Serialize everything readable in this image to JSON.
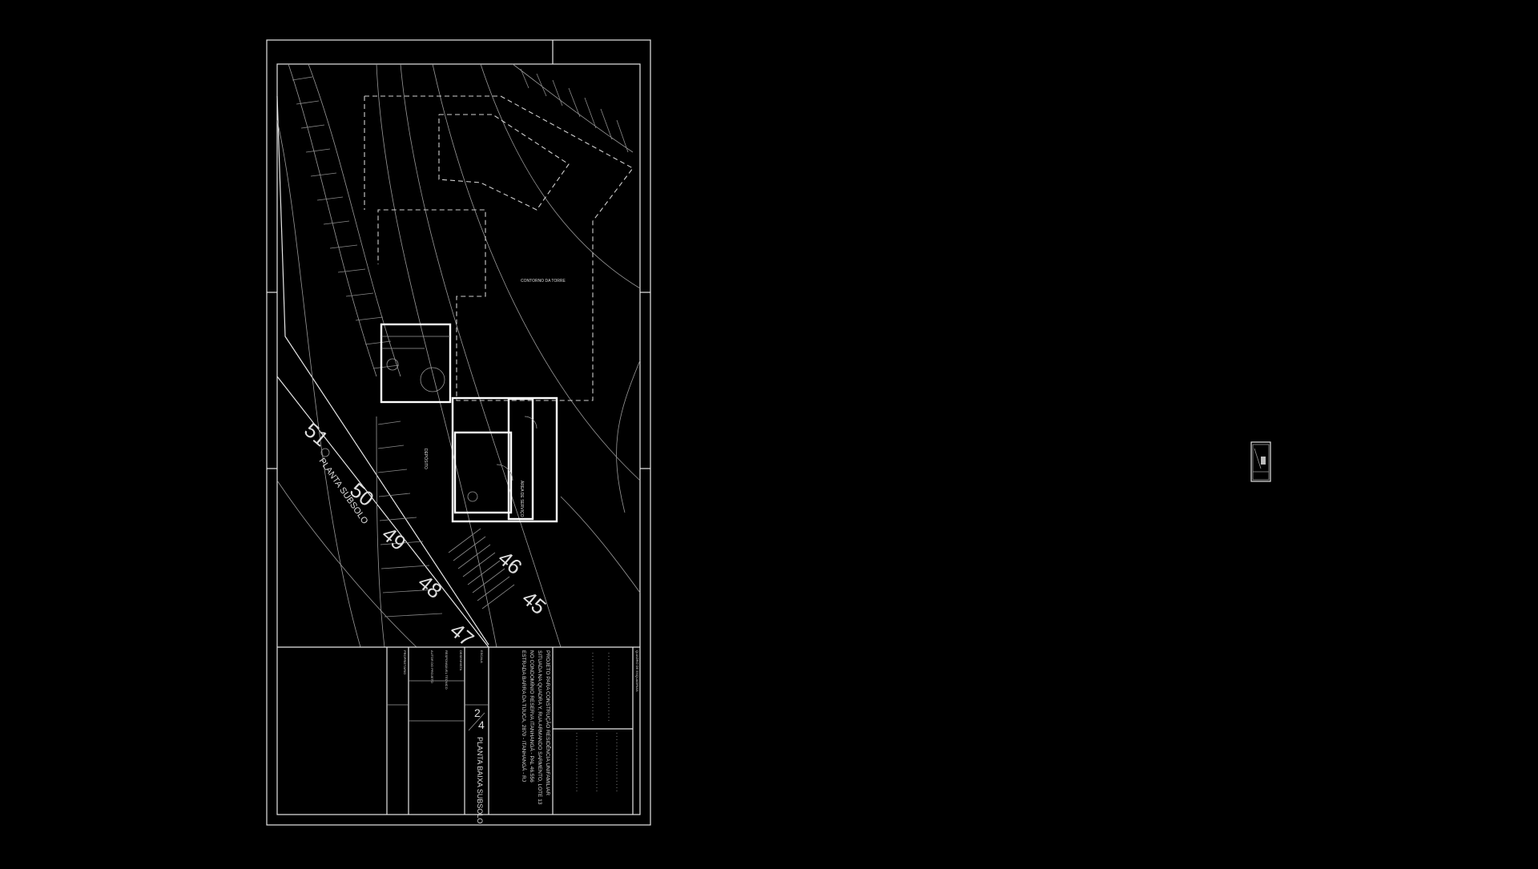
{
  "drawing": {
    "contours": [
      "51",
      "50",
      "49",
      "48",
      "47",
      "46",
      "45"
    ],
    "section_label": "PLANTA SUBSOLO",
    "footprint_label": "CONTORNO DA TORRE",
    "room_labels": [
      "DEPÓSITO",
      "ÁREA DE SERVIÇO"
    ],
    "sheet_number": "2",
    "sheet_total": "4",
    "sheet_title": "PLANTA BAIXA SUBSOLO",
    "project_lines": [
      "PROJETO PARA CONSTRUÇÃO RESIDÊNCIA UNIFAMILIAR",
      "SITUADA NA QUADRA Y, RUA ARMANDO SARMENTO, LOTE 13",
      "NO CONDOMÍNIO RESERVA ITANHANGÁ - PAL 46.556",
      "ESTRADA BARRA DA TIJUCA, 2870 - ITANHANGÁ - RJ"
    ],
    "table_title": "QUADRO DE ESQUADRIAS",
    "stamp_labels": [
      "ESCALA",
      "DESENHISTA",
      "RESPONSÁVEL TÉCNICO",
      "AUTOR DO PROJETO",
      "PROPRIETÁRIO"
    ]
  },
  "colors": {
    "background": "#000000",
    "lines": "#e6e6e6"
  }
}
